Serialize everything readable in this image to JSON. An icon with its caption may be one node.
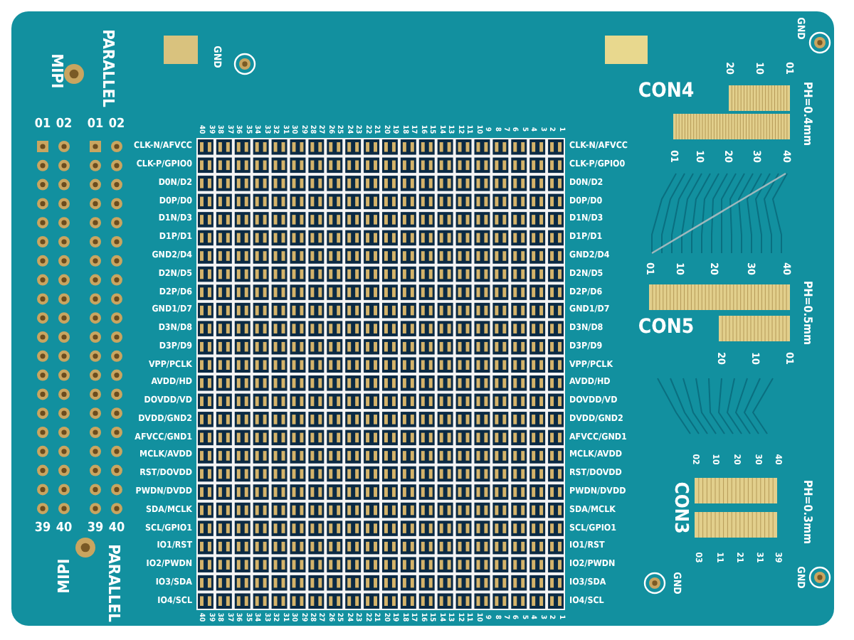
{
  "diagram": {
    "labels": [
      "MIPI",
      "PARALLEL",
      "01",
      "02",
      "01",
      "02",
      "GND",
      "40",
      "39",
      "38",
      "37",
      "36",
      "35",
      "34",
      "33",
      "32",
      "31",
      "30",
      "29",
      "28",
      "27",
      "26",
      "25",
      "24",
      "23",
      "22",
      "21",
      "20",
      "19",
      "18",
      "17",
      "16",
      "15",
      "14",
      "13",
      "12",
      "11",
      "10",
      "9",
      "8",
      "7",
      "6",
      "5",
      "4",
      "3",
      "2",
      "1",
      "CLK-N/AFVCC",
      "CLK-P/GPIO0",
      "D0N/D2",
      "D0P/D0",
      "D1N/D3",
      "D1P/D1",
      "GND2/D4",
      "D2N/D5",
      "D2P/D6",
      "GND1/D7",
      "D3N/D8",
      "D3P/D9",
      "VPP/PCLK",
      "AVDD/HD",
      "DOVDD/VD",
      "DVDD/GND2",
      "AFVCC/GND1",
      "MCLK/AVDD",
      "RST/DOVDD",
      "PWDN/DVDD",
      "SDA/MCLK",
      "SCL/GPIO1",
      "IO1/RST",
      "IO2/PWDN",
      "IO3/SDA",
      "IO4/SCL",
      "CLK-N/AFVCC",
      "CLK-P/GPIO0",
      "D0N/D2",
      "D0P/D0",
      "D1N/D3",
      "D1P/D1",
      "GND2/D4",
      "D2N/D5",
      "D2P/D6",
      "GND1/D7",
      "D3N/D8",
      "D3P/D9",
      "VPP/PCLK",
      "AVDD/HD",
      "DOVDD/VD",
      "DVDD/GND2",
      "AFVCC/GND1",
      "MCLK/AVDD",
      "RST/DOVDD",
      "PWDN/DVDD",
      "SDA/MCLK",
      "SCL/GPIO1",
      "IO1/RST",
      "IO2/PWDN",
      "IO3/SDA",
      "IO4/SCL",
      "40",
      "39",
      "38",
      "37",
      "36",
      "35",
      "34",
      "33",
      "32",
      "31",
      "30",
      "29",
      "28",
      "27",
      "26",
      "25",
      "24",
      "23",
      "22",
      "21",
      "20",
      "19",
      "18",
      "17",
      "16",
      "15",
      "14",
      "13",
      "12",
      "11",
      "10",
      "9",
      "8",
      "7",
      "6",
      "5",
      "4",
      "3",
      "2",
      "1",
      "39",
      "40",
      "39",
      "40",
      "MIPI",
      "PARALLEL",
      "GND",
      "20",
      "10",
      "01",
      "CON4",
      "PH=0.4mm",
      "01",
      "10",
      "20",
      "30",
      "40",
      "01",
      "10",
      "20",
      "30",
      "40",
      "PH=0.5mm",
      "CON5",
      "20",
      "10",
      "01",
      "02",
      "10",
      "20",
      "30",
      "40",
      "CON3",
      "PH=0.3mm",
      "03",
      "11",
      "21",
      "31",
      "39",
      "GND",
      "GND"
    ]
  }
}
